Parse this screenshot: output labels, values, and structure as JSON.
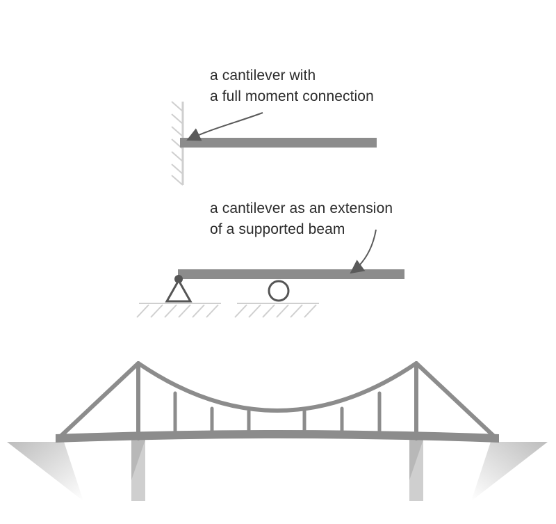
{
  "diagram": {
    "cantilever_fixed": {
      "label_line1": "a cantilever with",
      "label_line2": "a full moment connection"
    },
    "cantilever_extension": {
      "label_line1": "a cantilever as an extension",
      "label_line2": "of a supported beam"
    },
    "colors": {
      "beam": "#8c8c8c",
      "hatch": "#cfcfcf",
      "arrow": "#5a5a5a",
      "text": "#2b2b2b",
      "pier": "#cfcfcf"
    }
  }
}
